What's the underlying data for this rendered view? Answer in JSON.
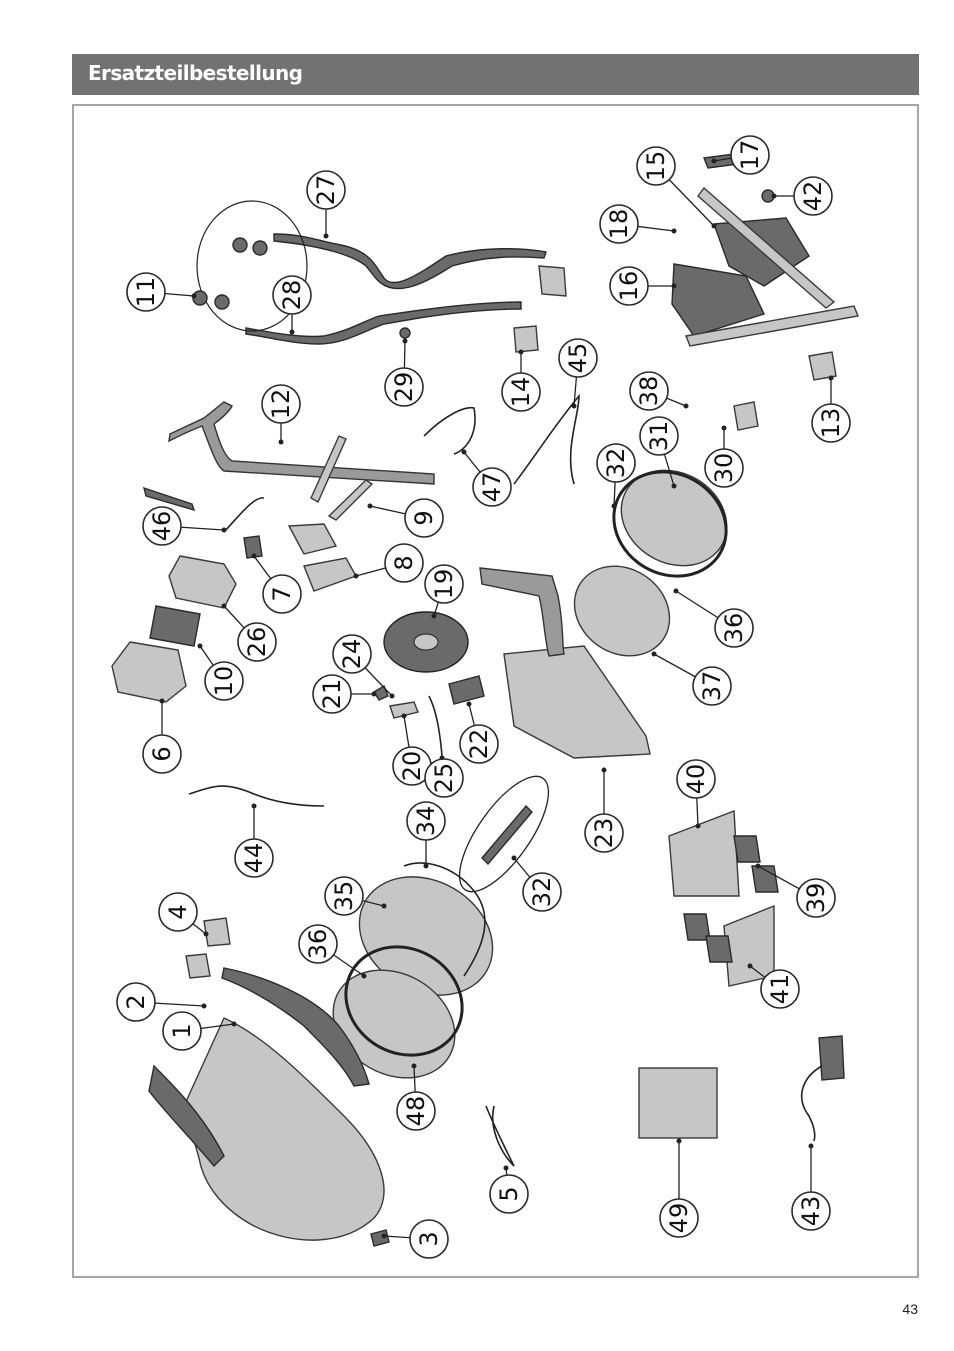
{
  "header": {
    "title": "Ersatzteilbestellung"
  },
  "page": {
    "number": "43"
  },
  "callouts": [
    "1",
    "2",
    "3",
    "4",
    "5",
    "6",
    "7",
    "8",
    "9",
    "10",
    "11",
    "12",
    "13",
    "14",
    "15",
    "16",
    "17",
    "18",
    "19",
    "20",
    "21",
    "22",
    "23",
    "24",
    "25",
    "26",
    "27",
    "28",
    "29",
    "30",
    "31",
    "32",
    "32",
    "34",
    "35",
    "36",
    "36",
    "37",
    "38",
    "39",
    "40",
    "41",
    "42",
    "43",
    "44",
    "45",
    "46",
    "47",
    "48",
    "49"
  ],
  "colors": {
    "header_bg": "#727275",
    "frame_border": "#a6a6a6",
    "part_dark": "#6a6a6a",
    "part_light": "#c6c6c6"
  }
}
